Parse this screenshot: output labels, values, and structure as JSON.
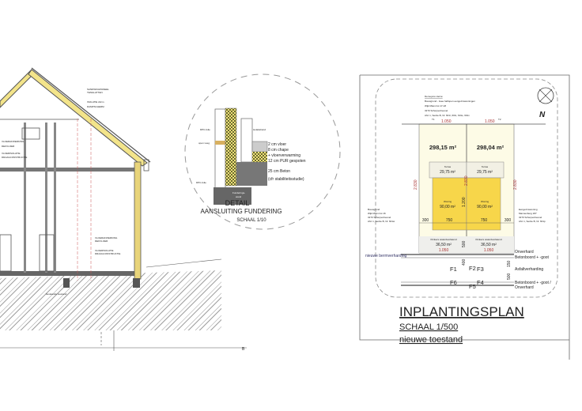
{
  "section": {
    "notes": [
      "SANDWICHPANEEL",
      "TENGLATTEN",
      "ISOLATIE 22cm",
      "DAMPSCHERM",
      "VLOERAFWERKING",
      "DEKVLOER",
      "VLOERISOLATIE",
      "DRAAGCONSTRUCTIE",
      "bestaande toestand"
    ]
  },
  "detail": {
    "layers": [
      "2 cm vloer",
      "8 cm chape",
      "+ vloerverwarming",
      "12 cm PUR gespoten",
      "25 cm Beton",
      "(cfr stabiliteitsstudie)"
    ],
    "labels": [
      "DPC-folie",
      "open voeg",
      "DPC-folie",
      "isolatieband",
      "Funderings-",
      "wand"
    ],
    "title": "DETAIL",
    "subtitle": "AANSLUITING FUNDERING",
    "scale": "SCHAAL 1/10"
  },
  "plan": {
    "owner": [
      "Demeyere Hervé",
      "Bouwgrond - twee halfopen eengezinswoningen",
      "Wijk Miami lot 17-18",
      "3270 Scherpenheuvel",
      "Afd. 1, Sectie B, Nr. 601r, 601t, 601s, 601x"
    ],
    "north": "N",
    "top_dims": [
      "1.050",
      "1.050"
    ],
    "markers": [
      "T1",
      "T2"
    ],
    "lot_areas": [
      "298,15 m²",
      "298,04 m²"
    ],
    "terras": [
      {
        "label": "Terras",
        "area": "29,75 m²"
      },
      {
        "label": "Terras",
        "area": "29,75 m²"
      }
    ],
    "woning": [
      {
        "label": "Woning",
        "area": "90,00 m²"
      },
      {
        "label": "Woning",
        "area": "90,00 m²"
      }
    ],
    "klinkers": [
      {
        "label": "Klinkers waterdoorlatend",
        "area": "36,50 m²",
        "dim": "1.050"
      },
      {
        "label": "Klinkers waterdoorlatend",
        "area": "36,50 m²",
        "dim": "1.050"
      }
    ],
    "widths": [
      "300",
      "750",
      "750",
      "300"
    ],
    "depths": [
      "2.830",
      "2.830",
      "2.830",
      "1.200",
      "500",
      "400",
      "150",
      "500"
    ],
    "left_neighbor": [
      "Bouwgrond",
      "Wijk Miami lot 16",
      "3270 Scherpenheuvel",
      "Afd. 1, Sectie B, Nr. 601w"
    ],
    "right_neighbor": [
      "Eengezinswoning",
      "Mannenberg 187",
      "3270 Scherpenheuvel",
      "Afd. 1, Sectie B, Nr. 601p"
    ],
    "street": {
      "berm": "nieuwe bermverharding",
      "right": [
        "Onverhard",
        "Betonboord + -goot",
        "Asfaltverharding",
        "Betonboord + -goot /",
        "Onverhard"
      ],
      "photos": [
        "F1",
        "F2",
        "F3",
        "F4",
        "F5",
        "F6"
      ]
    },
    "title": "INPLANTINGSPLAN",
    "scale": "SCHAAL 1/500",
    "subtitle": "nieuwe toestand"
  },
  "sheet": {
    "section_marker": "B"
  }
}
